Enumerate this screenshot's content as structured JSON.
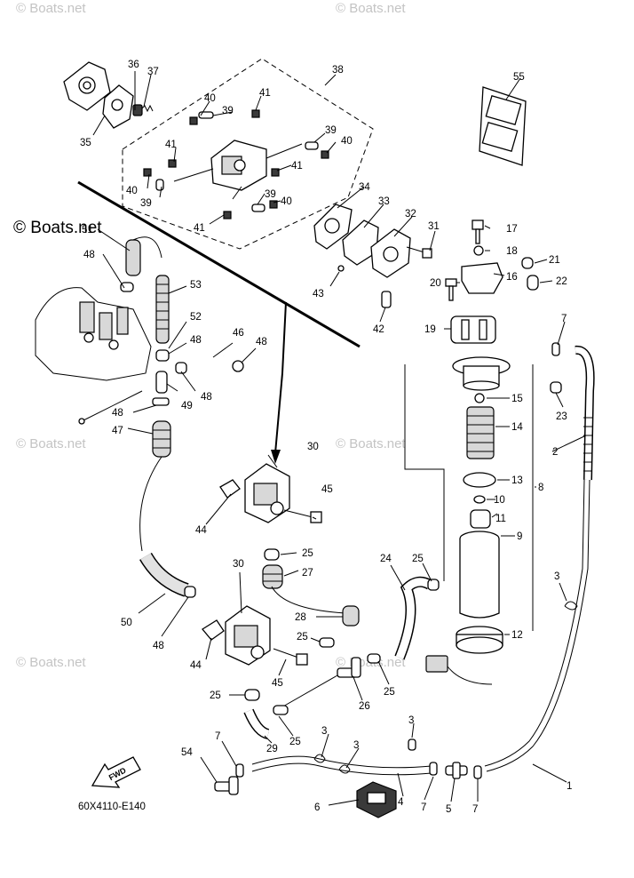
{
  "watermarks": {
    "small": "© Boats.net",
    "large": "© Boats.net"
  },
  "diagram_code": "60X4110-E140",
  "fwd_label": "FWD",
  "callouts": {
    "c1": "1",
    "c2": "2",
    "c3a": "3",
    "c3b": "3",
    "c3c": "3",
    "c3d": "3",
    "c4": "4",
    "c5": "5",
    "c6": "6",
    "c7a": "7",
    "c7b": "7",
    "c7c": "7",
    "c7d": "7",
    "c8": "8",
    "c9": "9",
    "c10": "10",
    "c11": "11",
    "c12": "12",
    "c13": "13",
    "c14": "14",
    "c15": "15",
    "c16": "16",
    "c17": "17",
    "c18": "18",
    "c19": "19",
    "c20": "20",
    "c21": "21",
    "c22": "22",
    "c23": "23",
    "c24": "24",
    "c25a": "25",
    "c25b": "25",
    "c25c": "25",
    "c25d": "25",
    "c25e": "25",
    "c25f": "25",
    "c26": "26",
    "c27": "27",
    "c28": "28",
    "c29": "29",
    "c30a": "30",
    "c30b": "30",
    "c31": "31",
    "c32": "32",
    "c33": "33",
    "c34": "34",
    "c35": "35",
    "c36": "36",
    "c37": "37",
    "c38": "38",
    "c39a": "39",
    "c39b": "39",
    "c39c": "39",
    "c39d": "39",
    "c40a": "40",
    "c40b": "40",
    "c40c": "40",
    "c40d": "40",
    "c41a": "41",
    "c41b": "41",
    "c41c": "41",
    "c41d": "41",
    "c42": "42",
    "c43": "43",
    "c44a": "44",
    "c44b": "44",
    "c45a": "45",
    "c45b": "45",
    "c46": "46",
    "c47": "47",
    "c48a": "48",
    "c48b": "48",
    "c48c": "48",
    "c48d": "48",
    "c48e": "48",
    "c48f": "48",
    "c49": "49",
    "c50": "50",
    "c51": "51",
    "c52": "52",
    "c53": "53",
    "c54": "54",
    "c55": "55"
  }
}
